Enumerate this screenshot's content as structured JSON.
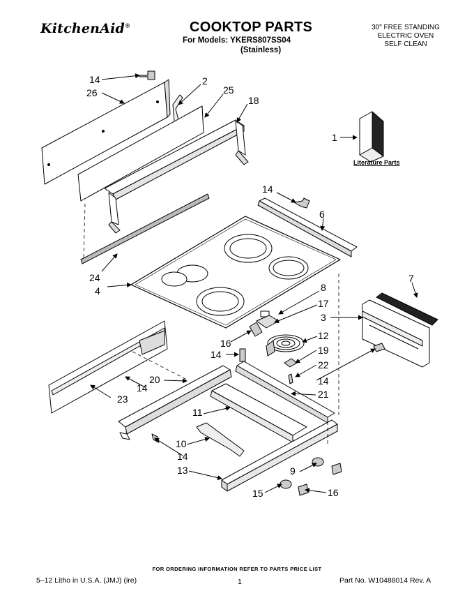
{
  "header": {
    "brand": "KitchenAid",
    "trademark": "®",
    "title": "COOKTOP PARTS",
    "models": "For Models: YKERS807SS04",
    "finish": "(Stainless)",
    "description": [
      "30\" FREE STANDING",
      "ELECTRIC OVEN",
      "SELF CLEAN"
    ]
  },
  "literature_label": "Literature Parts",
  "callouts": {
    "c14a": "14",
    "c26": "26",
    "c2": "2",
    "c25": "25",
    "c18": "18",
    "c1": "1",
    "c14b": "14",
    "c6": "6",
    "c24": "24",
    "c4": "4",
    "c8": "8",
    "c17": "17",
    "c7": "7",
    "c3": "3",
    "c16a": "16",
    "c12": "12",
    "c14c": "14",
    "c19": "19",
    "c22": "22",
    "c20": "20",
    "c14d": "14",
    "c14e": "14",
    "c21": "21",
    "c23": "23",
    "c11": "11",
    "c10": "10",
    "c14f": "14",
    "c13": "13",
    "c9": "9",
    "c15": "15",
    "c16b": "16"
  },
  "footer": {
    "ordering_note": "FOR ORDERING INFORMATION REFER TO PARTS PRICE LIST",
    "printing": "5–12   Litho in U.S.A. (JMJ)   (ire)",
    "page_number": "1",
    "part_number": "Part No. W10488014 Rev. A"
  }
}
